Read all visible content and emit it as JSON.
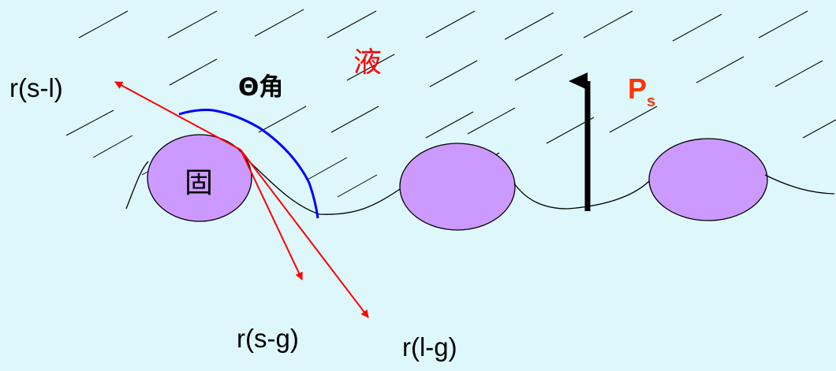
{
  "labels": {
    "solid_liquid_tension": "r(s-l)",
    "contact_angle": "Θ角",
    "liquid": "液",
    "pressure_symbol": "P",
    "pressure_subscript": "s",
    "solid": "固",
    "solid_gas_tension": "r(s-g)",
    "liquid_gas_tension": "r(l-g)"
  },
  "colors": {
    "background": "#ddf7fb",
    "particle_fill": "#cc99ff",
    "vector_arrows": "#ff0000",
    "angle_arc": "#0000ff",
    "pressure_arrow": "#000000",
    "liquid_label": "#ff0000",
    "pressure_label": "#ff3300",
    "hatch_lines": "#000000"
  }
}
